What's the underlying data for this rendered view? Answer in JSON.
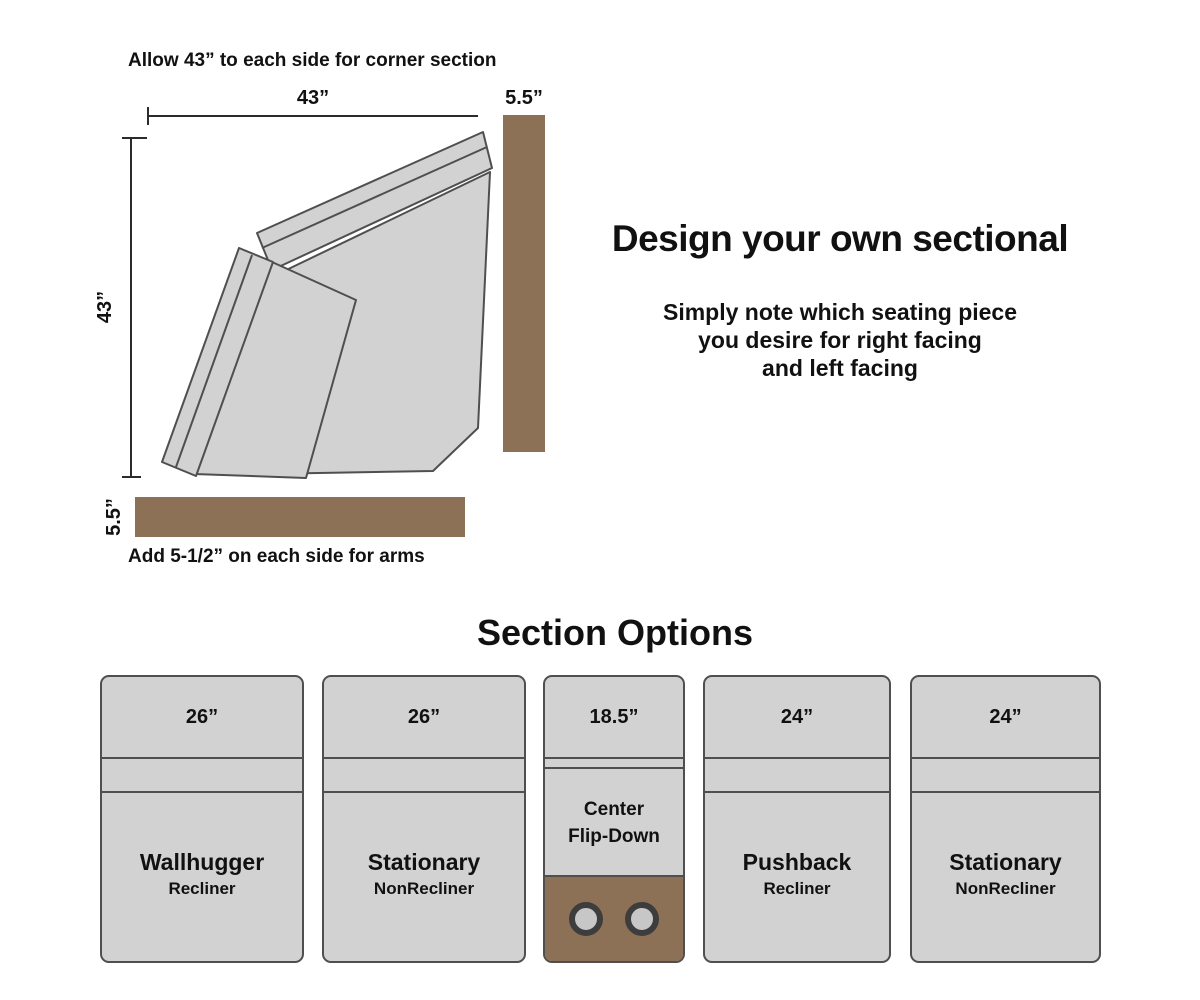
{
  "colors": {
    "brown": "#8d7156",
    "cushion_gray": "#d2d2d2",
    "outline": "#4f4f4f"
  },
  "corner_diagram": {
    "top_note": "Allow 43” to each side for corner section",
    "width_label": "43”",
    "height_label": "43”",
    "right_arm_label": "5.5”",
    "bottom_arm_label": "5.5”",
    "bottom_note": "Add 5-1/2” on each side for arms"
  },
  "intro": {
    "title": "Design your own sectional",
    "subtitle_lines": [
      "Simply note which seating piece",
      "you desire for right facing",
      "and left facing"
    ]
  },
  "section_options": {
    "title": "Section Options",
    "cards": [
      {
        "width_label": "26”",
        "name": "Wallhugger",
        "subname": "Recliner"
      },
      {
        "width_label": "26”",
        "name": "Stationary",
        "subname": "NonRecliner"
      },
      {
        "width_label": "18.5”",
        "name_lines": [
          "Center",
          "Flip-Down"
        ]
      },
      {
        "width_label": "24”",
        "name": "Pushback",
        "subname": "Recliner"
      },
      {
        "width_label": "24”",
        "name": "Stationary",
        "subname": "NonRecliner"
      }
    ]
  }
}
